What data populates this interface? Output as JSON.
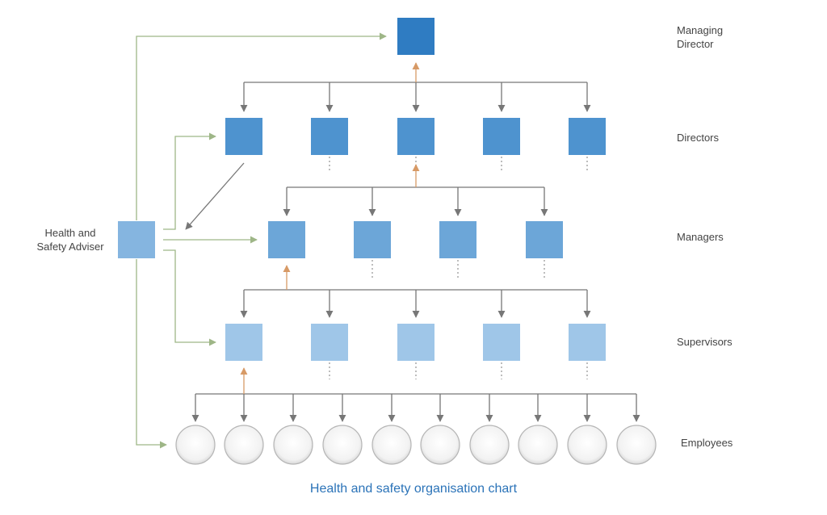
{
  "levels": {
    "managing_director": [
      "Managing",
      "Director"
    ],
    "directors": "Directors",
    "managers": "Managers",
    "supervisors": "Supervisors",
    "employees": "Employees"
  },
  "adviser": [
    "Health and",
    "Safety Adviser"
  ],
  "caption": "Health and safety organisation chart",
  "colors": {
    "managing_director": "#2f7cc2",
    "directors": "#4e93cf",
    "managers": "#6ca6d8",
    "supervisors": "#9fc6e8",
    "adviser": "#85b5e0",
    "connector": "#777777",
    "reporting_arrow": "#d79a66",
    "adviser_link": "#9eb687",
    "caption": "#2b73b8"
  },
  "counts": {
    "directors": 5,
    "managers": 4,
    "supervisors": 5,
    "employees": 10
  }
}
